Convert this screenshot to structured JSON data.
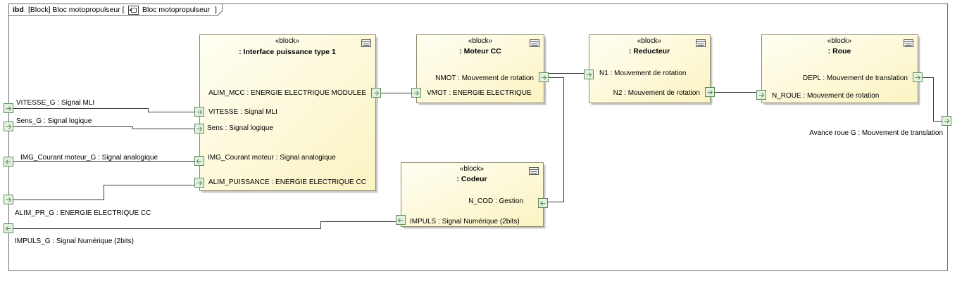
{
  "diagram": {
    "type_label": "ibd",
    "header_text": "[Block] Bloc motopropulseur [",
    "header_icon": "block-icon",
    "header_element": "Bloc motopropulseur",
    "header_close": "]"
  },
  "colors": {
    "block_fill_light": "#fffff3",
    "block_fill_dark": "#fbf3c2",
    "block_border": "#8c8a66",
    "block_shadow": "#c9c9c9",
    "port_fill": "#e4f1e0",
    "port_border": "#5b8c5b",
    "connector": "#3a3a3a",
    "frame": "#6b6b6b"
  },
  "blocks": {
    "interface": {
      "stereotype": "«block»",
      "name": ": Interface puissance type 1",
      "icon": "block-compartment-icon",
      "ports": {
        "alim_mcc": {
          "label": "ALIM_MCC : ENERGIE ELECTRIQUE MODULEE",
          "icon": "arrow-right-icon"
        },
        "vitesse": {
          "label": "VITESSE : Signal MLI",
          "icon": "arrow-right-icon"
        },
        "sens": {
          "label": "Sens : Signal logique",
          "icon": "arrow-right-icon"
        },
        "img_courant": {
          "label": "IMG_Courant moteur : Signal analogique",
          "icon": "arrow-left-icon"
        },
        "alim_puissance": {
          "label": "ALIM_PUISSANCE : ENERGIE ELECTRIQUE CC",
          "icon": "arrow-right-icon"
        }
      }
    },
    "moteur": {
      "stereotype": "«block»",
      "name": ": Moteur CC",
      "icon": "block-compartment-icon",
      "ports": {
        "nmot": {
          "label": "NMOT : Mouvement de rotation",
          "icon": "arrow-right-icon"
        },
        "vmot": {
          "label": "VMOT : ENERGIE ELECTRIQUE",
          "icon": "arrow-right-icon"
        }
      }
    },
    "reducteur": {
      "stereotype": "«block»",
      "name": ": Reducteur",
      "icon": "block-compartment-icon",
      "ports": {
        "n1": {
          "label": "N1 : Mouvement de rotation",
          "icon": "arrow-right-icon"
        },
        "n2": {
          "label": "N2 : Mouvement de rotation",
          "icon": "arrow-right-icon"
        }
      }
    },
    "roue": {
      "stereotype": "«block»",
      "name": ": Roue",
      "icon": "block-compartment-icon",
      "ports": {
        "depl": {
          "label": "DEPL : Mouvement de translation",
          "icon": "arrow-right-icon"
        },
        "n_roue": {
          "label": "N_ROUE : Mouvement de rotation",
          "icon": "arrow-right-icon"
        }
      }
    },
    "codeur": {
      "stereotype": "«block»",
      "name": ": Codeur",
      "icon": "block-compartment-icon",
      "ports": {
        "n_cod": {
          "label": "N_COD : Gestion",
          "icon": "arrow-left-icon"
        },
        "impuls": {
          "label": "IMPULS : Signal Numérique (2bits)",
          "icon": "arrow-left-icon"
        }
      }
    }
  },
  "boundary_ports": {
    "vitesse_g": {
      "label": "VITESSE_G : Signal MLI",
      "icon": "arrow-right-icon"
    },
    "sens_g": {
      "label": "Sens_G : Signal logique",
      "icon": "arrow-right-icon"
    },
    "img_courant_g": {
      "label": "IMG_Courant moteur_G : Signal analogique",
      "icon": "arrow-left-icon"
    },
    "alim_pr_g": {
      "label": "ALIM_PR_G : ENERGIE ELECTRIQUE CC",
      "icon": "arrow-right-icon"
    },
    "impuls_g": {
      "label": "IMPULS_G : Signal Numérique (2bits)",
      "icon": "arrow-left-icon"
    },
    "avance_roue_g": {
      "label": "Avance roue G : Mouvement de translation",
      "icon": "arrow-right-icon"
    }
  }
}
